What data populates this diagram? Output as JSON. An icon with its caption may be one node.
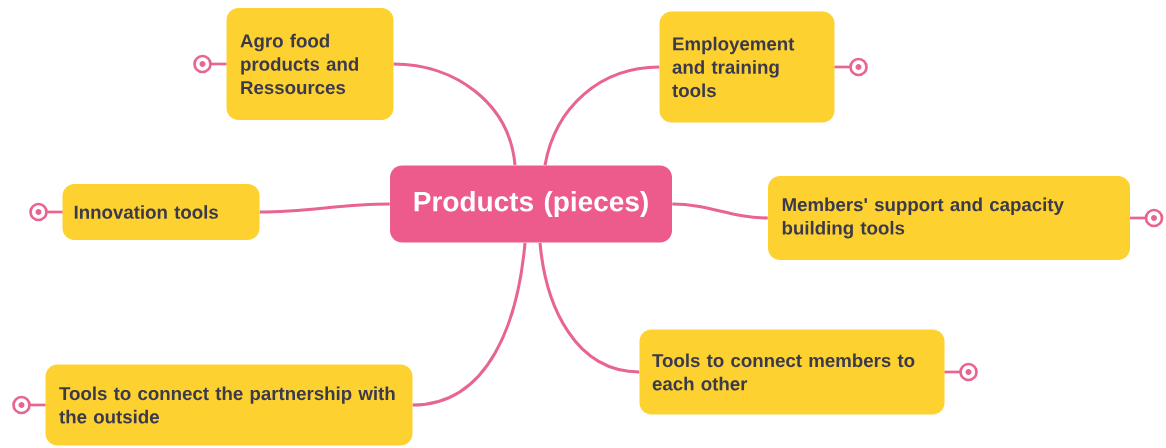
{
  "diagram": {
    "nodes": [
      {
        "text": [
          "Products (pieces)"
        ]
      },
      {
        "text": [
          "Agro food products and Ressources"
        ]
      },
      {
        "text": [
          "Employement and training tools"
        ]
      },
      {
        "text": [
          "Innovation tools"
        ]
      },
      {
        "text": [
          "Members' support and capacity building tools"
        ]
      },
      {
        "text": [
          "Tools to connect the partnership with the outside"
        ]
      },
      {
        "text": [
          "Tools to connect members to each other"
        ]
      }
    ],
    "edges": [
      {
        "from": 0,
        "to": 1,
        "arrow": "none"
      },
      {
        "from": 0,
        "to": 2,
        "arrow": "none"
      },
      {
        "from": 0,
        "to": 3,
        "arrow": "none"
      },
      {
        "from": 0,
        "to": 4,
        "arrow": "none"
      },
      {
        "from": 0,
        "to": 5,
        "arrow": "none"
      },
      {
        "from": 0,
        "to": 6,
        "arrow": "none"
      }
    ]
  }
}
